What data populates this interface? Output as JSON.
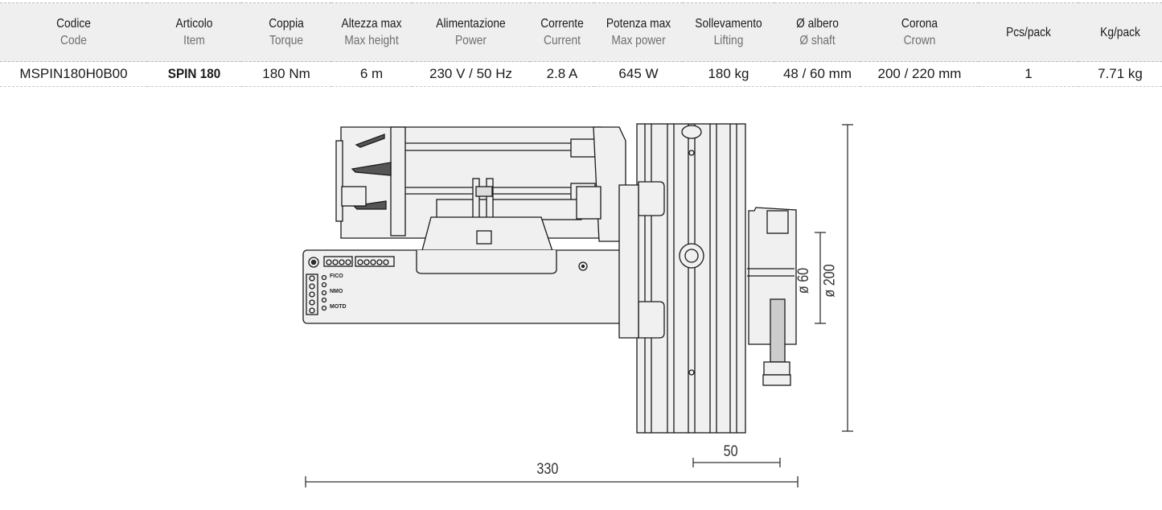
{
  "table": {
    "columns": [
      {
        "it": "Codice",
        "en": "Code"
      },
      {
        "it": "Articolo",
        "en": "Item"
      },
      {
        "it": "Coppia",
        "en": "Torque"
      },
      {
        "it": "Altezza max",
        "en": "Max height"
      },
      {
        "it": "Alimentazione",
        "en": "Power"
      },
      {
        "it": "Corrente",
        "en": "Current"
      },
      {
        "it": "Potenza max",
        "en": "Max power"
      },
      {
        "it": "Sollevamento",
        "en": "Lifting"
      },
      {
        "it": "Ø albero",
        "en": "Ø shaft"
      },
      {
        "it": "Corona",
        "en": "Crown"
      },
      {
        "it": "Pcs/pack",
        "en": ""
      },
      {
        "it": "Kg/pack",
        "en": ""
      }
    ],
    "rows": [
      [
        "MSPIN180H0B00",
        "SPIN 180",
        "180 Nm",
        "6 m",
        "230 V / 50 Hz",
        "2.8 A",
        "645 W",
        "180 kg",
        "48 / 60 mm",
        "200 / 220 mm",
        "1",
        "7.71 kg"
      ]
    ]
  },
  "drawing": {
    "control_board_labels": [
      "FICO",
      "NMO",
      "MOTD"
    ],
    "dimensions": {
      "total_length": "330",
      "shaft_offset": "50",
      "shaft_diameter": "ø 60",
      "crown_diameter": "ø 200"
    }
  },
  "colors": {
    "header_bg": "#efefef",
    "line": "#1a1a1a",
    "fill": "#f0f0f0"
  }
}
